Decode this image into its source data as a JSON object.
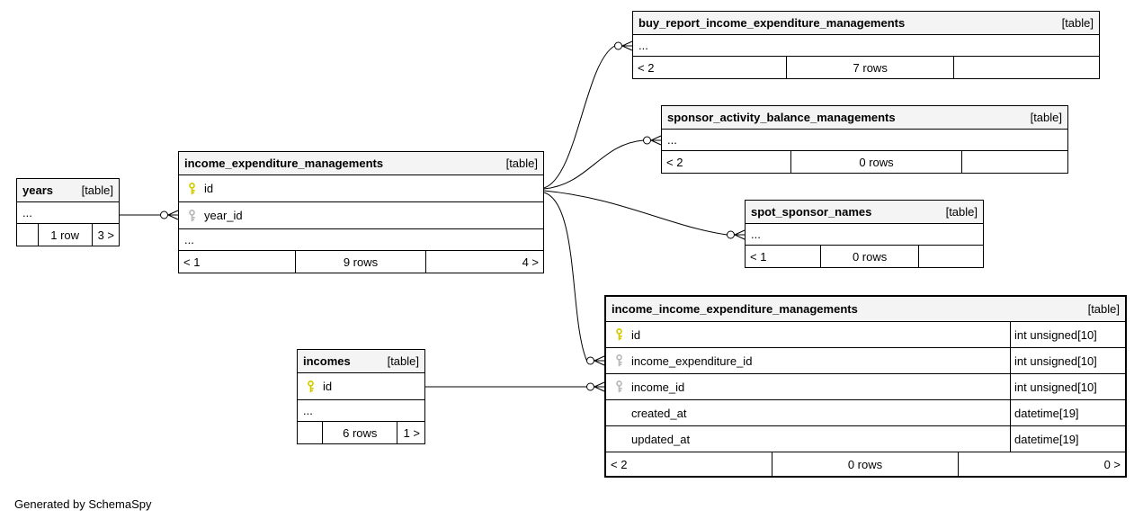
{
  "credit": "Generated by SchemaSpy",
  "colors": {
    "primary_key": "#d4cb00",
    "foreign_key": "#b9b9b9",
    "header_bg": "#f4f4f4",
    "border": "#000000"
  },
  "tables": {
    "years": {
      "name": "years",
      "tag": "[table]",
      "rows": [
        {
          "name": "..."
        }
      ],
      "footer": {
        "parents": "",
        "row_count": "1 row",
        "children": "3 >"
      }
    },
    "iem": {
      "name": "income_expenditure_managements",
      "tag": "[table]",
      "rows": [
        {
          "name": "id",
          "key": "primary"
        },
        {
          "name": "year_id",
          "key": "foreign"
        },
        {
          "name": "..."
        }
      ],
      "footer": {
        "parents": "< 1",
        "row_count": "9 rows",
        "children": "4 >"
      }
    },
    "buy": {
      "name": "buy_report_income_expenditure_managements",
      "tag": "[table]",
      "rows": [
        {
          "name": "..."
        }
      ],
      "footer": {
        "parents": "< 2",
        "row_count": "7 rows",
        "children": ""
      }
    },
    "sab": {
      "name": "sponsor_activity_balance_managements",
      "tag": "[table]",
      "rows": [
        {
          "name": "..."
        }
      ],
      "footer": {
        "parents": "< 2",
        "row_count": "0 rows",
        "children": ""
      }
    },
    "ssn": {
      "name": "spot_sponsor_names",
      "tag": "[table]",
      "rows": [
        {
          "name": "..."
        }
      ],
      "footer": {
        "parents": "< 1",
        "row_count": "0 rows",
        "children": ""
      }
    },
    "iiem": {
      "name": "income_income_expenditure_managements",
      "tag": "[table]",
      "rows": [
        {
          "name": "id",
          "type": "int unsigned[10]",
          "key": "primary"
        },
        {
          "name": "income_expenditure_id",
          "type": "int unsigned[10]",
          "key": "foreign"
        },
        {
          "name": "income_id",
          "type": "int unsigned[10]",
          "key": "foreign"
        },
        {
          "name": "created_at",
          "type": "datetime[19]"
        },
        {
          "name": "updated_at",
          "type": "datetime[19]"
        }
      ],
      "footer": {
        "parents": "< 2",
        "row_count": "0 rows",
        "children": "0 >"
      }
    },
    "incomes": {
      "name": "incomes",
      "tag": "[table]",
      "rows": [
        {
          "name": "id",
          "key": "primary"
        },
        {
          "name": "..."
        }
      ],
      "footer": {
        "parents": "",
        "row_count": "6 rows",
        "children": "1 >"
      }
    }
  },
  "relationships": [
    {
      "parent": "years",
      "child": "income_expenditure_managements.year_id"
    },
    {
      "parent": "income_expenditure_managements.id",
      "child": "buy_report_income_expenditure_managements"
    },
    {
      "parent": "income_expenditure_managements.id",
      "child": "sponsor_activity_balance_managements"
    },
    {
      "parent": "income_expenditure_managements.id",
      "child": "spot_sponsor_names"
    },
    {
      "parent": "income_expenditure_managements.id",
      "child": "income_income_expenditure_managements.income_expenditure_id"
    },
    {
      "parent": "incomes.id",
      "child": "income_income_expenditure_managements.income_id"
    }
  ]
}
